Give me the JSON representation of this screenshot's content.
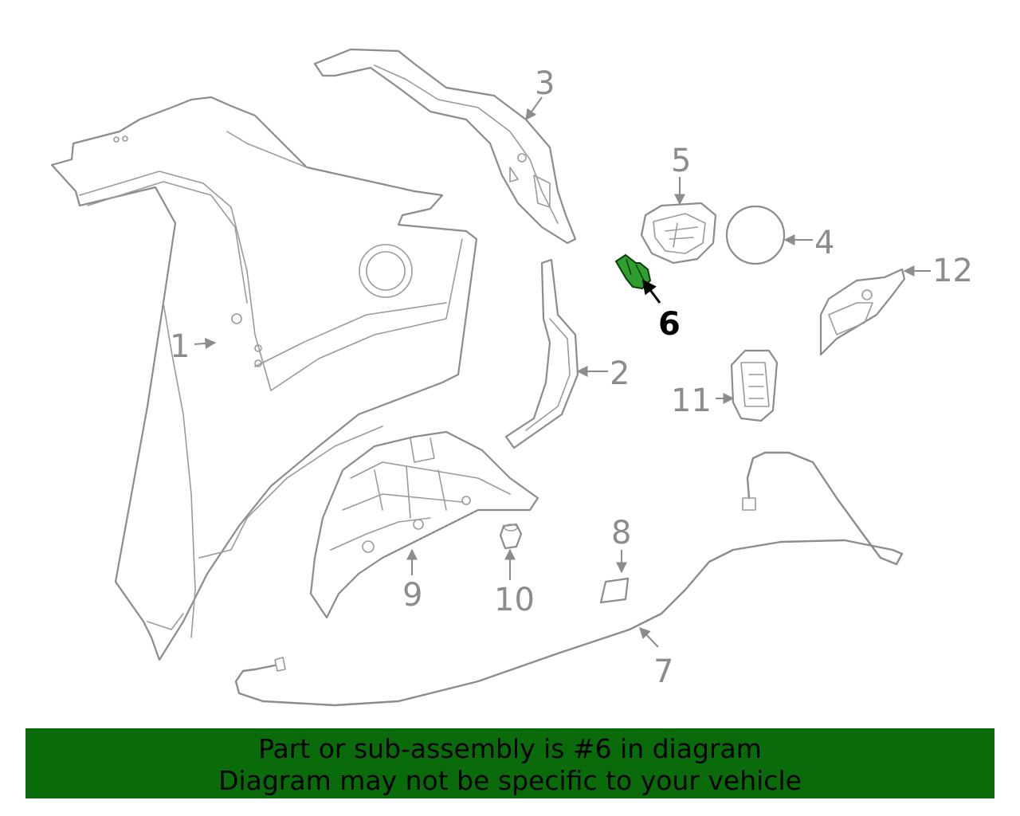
{
  "diagram": {
    "callouts": [
      "1",
      "2",
      "3",
      "4",
      "5",
      "6",
      "7",
      "8",
      "9",
      "10",
      "11",
      "12"
    ],
    "highlight_color": "#2e9e2e"
  },
  "banner": {
    "line1": "Part or sub-assembly is #6 in diagram",
    "line2": "Diagram may not be specific to your vehicle",
    "background": "#0a6b0a"
  }
}
